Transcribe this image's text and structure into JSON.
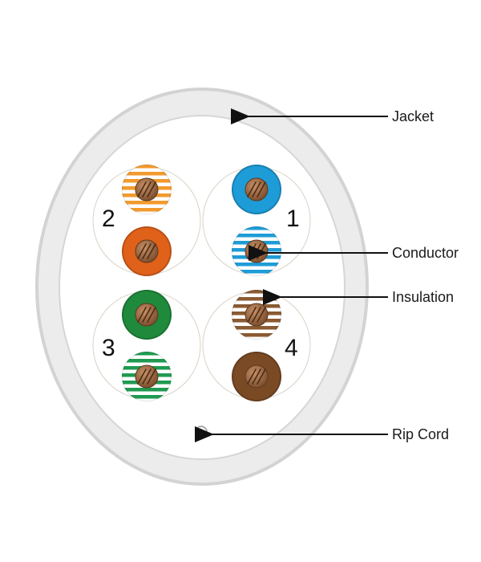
{
  "labels": {
    "jacket": "Jacket",
    "conductor": "Conductor",
    "insulation": "Insulation",
    "rip_cord": "Rip Cord"
  },
  "pairs": [
    {
      "number": "1",
      "stripe_color": "#1e9cd7",
      "solid_color": "#1e9cd7"
    },
    {
      "number": "2",
      "stripe_color": "#f29a2e",
      "solid_color": "#e0611a"
    },
    {
      "number": "3",
      "stripe_color": "#1f9a50",
      "solid_color": "#1f8a3c"
    },
    {
      "number": "4",
      "stripe_color": "#8a5a32",
      "solid_color": "#7a4a25"
    }
  ],
  "colors": {
    "jacket": "#e6e6e6",
    "conductor": "#9b6a45",
    "label_text": "#1a1a1a"
  }
}
